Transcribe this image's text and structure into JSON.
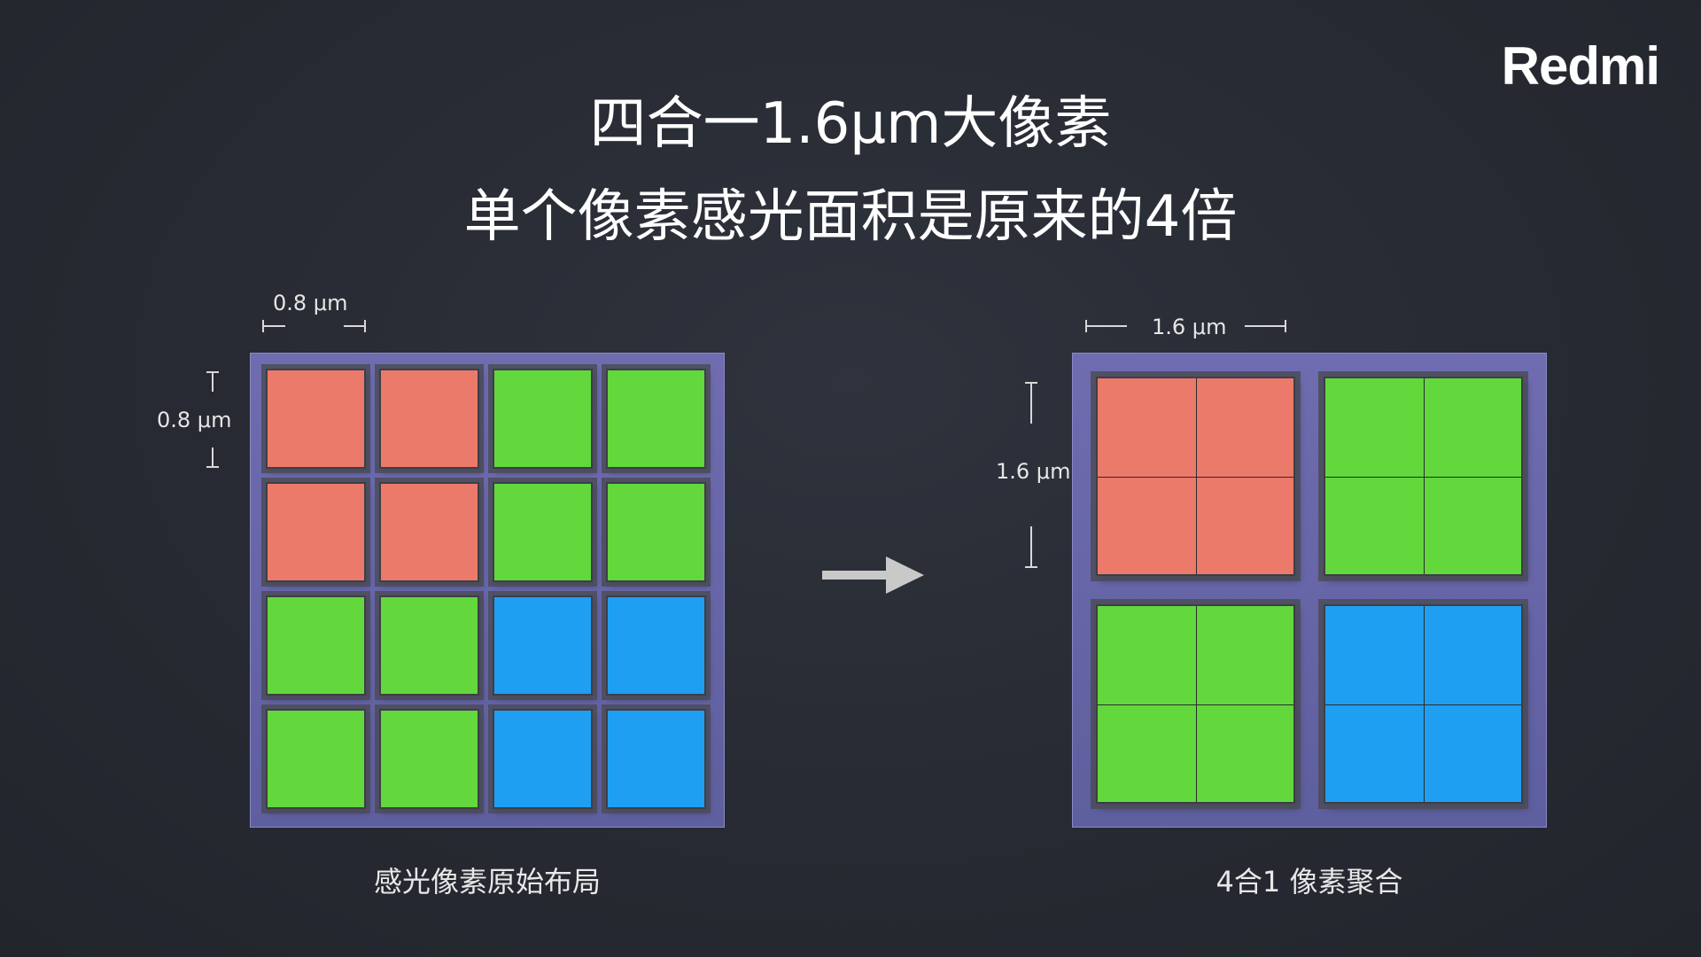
{
  "brand": {
    "logo_text": "Redmi"
  },
  "title": {
    "line1": "四合一1.6μm大像素",
    "line2": "单个像素感光面积是原来的4倍"
  },
  "left_diagram": {
    "width_label": "0.8 μm",
    "height_label": "0.8 μm",
    "caption": "感光像素原始布局",
    "rows": [
      [
        "red",
        "red",
        "green",
        "green"
      ],
      [
        "red",
        "red",
        "green",
        "green"
      ],
      [
        "green",
        "green",
        "blue",
        "blue"
      ],
      [
        "green",
        "green",
        "blue",
        "blue"
      ]
    ]
  },
  "right_diagram": {
    "width_label": "1.6 μm",
    "height_label": "1.6 μm",
    "caption": "4合1 像素聚合",
    "rows": [
      [
        "red",
        "green"
      ],
      [
        "green",
        "blue"
      ]
    ]
  },
  "colors": {
    "red": "#ec7a6a",
    "green": "#62d83c",
    "blue": "#1f9ff2",
    "frame": "#6462a6",
    "arrow": "#c9c9c9"
  }
}
